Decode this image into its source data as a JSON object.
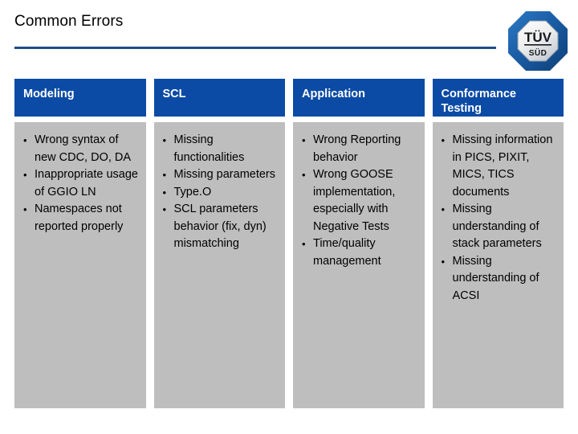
{
  "slide": {
    "title": "Common Errors",
    "accent_color": "#0B4BA5",
    "rule_color": "#1F4E87",
    "body_cell_color": "#BEBEBE",
    "title_color": "#000000"
  },
  "logo": {
    "name": "tuv-sud-logo",
    "line1": "TÜV",
    "line2": "SÜD",
    "outer_color": "#1B5FA8",
    "inner_color": "#F2F2F2"
  },
  "table": {
    "columns": [
      {
        "header_lines": [
          "Modeling"
        ],
        "bullets": [
          "Wrong syntax of new CDC, DO, DA",
          "Inappropriate usage of GGIO LN",
          "Namespaces not reported properly"
        ]
      },
      {
        "header_lines": [
          "SCL"
        ],
        "bullets": [
          "Missing functionalities",
          "Missing parameters",
          "Type.O",
          "SCL parameters behavior (fix, dyn) mismatching"
        ]
      },
      {
        "header_lines": [
          "Application"
        ],
        "bullets": [
          "Wrong Reporting behavior",
          "Wrong GOOSE implementation, especially with Negative Tests",
          "Time/quality management"
        ]
      },
      {
        "header_lines": [
          "Conformance",
          "Testing"
        ],
        "bullets": [
          "Missing information in PICS, PIXIT, MICS, TICS documents",
          "Missing understanding of stack parameters",
          "Missing understanding of ACSI"
        ]
      }
    ]
  }
}
